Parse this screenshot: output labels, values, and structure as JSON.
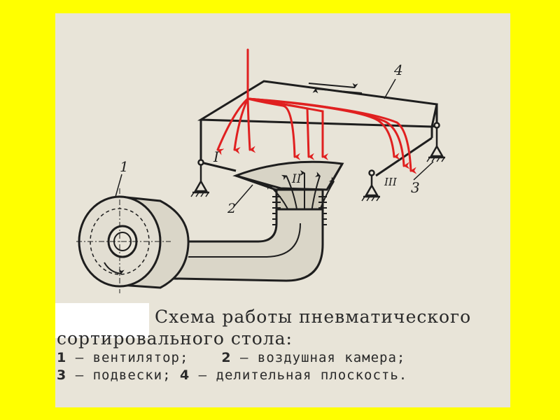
{
  "diagram": {
    "labels": {
      "fan": "1",
      "air_chamber": "2",
      "suspensions": "3",
      "dividing_plane": "4",
      "zone_1": "I",
      "zone_2": "II",
      "zone_3": "III"
    },
    "caption": {
      "line1": "Схема работы пневматического",
      "line2": "сортировального стола:"
    },
    "legend": [
      {
        "num": "1",
        "text": "— вентилятор;"
      },
      {
        "num": "2",
        "text": "— воздушная  камера;"
      },
      {
        "num": "3",
        "text": "— подвески;"
      },
      {
        "num": "4",
        "text": "— делительная плоскость."
      }
    ],
    "colors": {
      "background": "#FFFF00",
      "paper": "#E8E4D8",
      "ink": "#1E1E1E",
      "air_flow": "#E02020"
    }
  }
}
